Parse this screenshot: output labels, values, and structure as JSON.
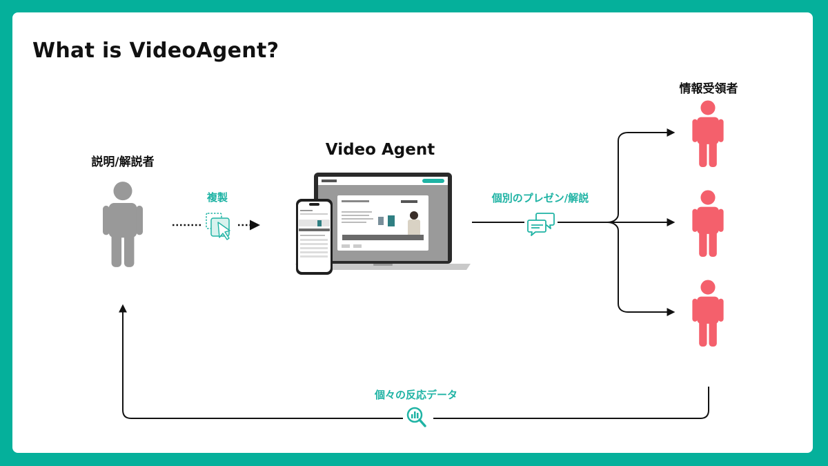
{
  "title": "What is VideoAgent?",
  "nodes": {
    "explainer": {
      "label": "説明/解説者"
    },
    "product": {
      "label": "Video Agent"
    },
    "receiver": {
      "label": "情報受領者"
    }
  },
  "edges": {
    "duplicate": {
      "label": "複製"
    },
    "presentation": {
      "label": "個別のプレゼン/解説"
    },
    "reaction": {
      "label": "個々の反応データ"
    }
  },
  "colors": {
    "frame": "#05b09b",
    "accent": "#1fb3a4",
    "explainer_figure": "#999999",
    "receiver_figure": "#f4606c",
    "line": "#111111"
  },
  "icons": {
    "explainer": "person-icon",
    "receiver": "person-icon",
    "duplicate": "copy-cursor-icon",
    "presentation": "chat-bubbles-icon",
    "reaction": "magnify-chart-icon",
    "product": "laptop-phone-mockup"
  }
}
